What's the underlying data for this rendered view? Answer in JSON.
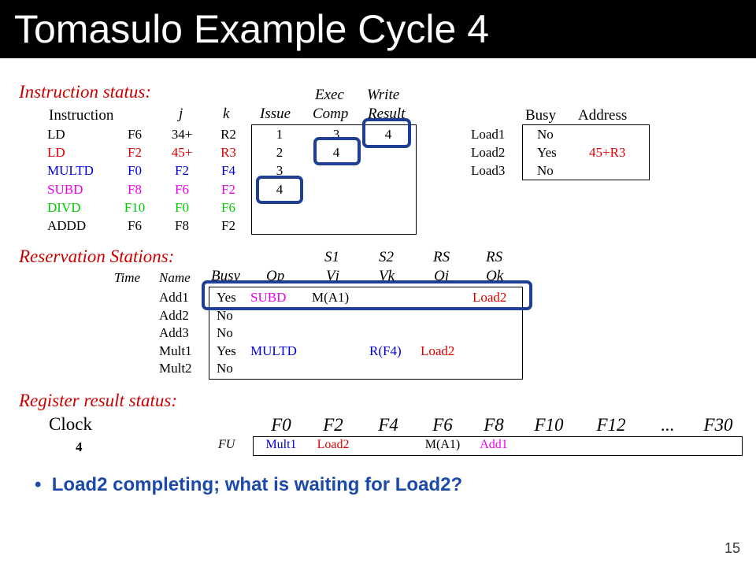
{
  "title": "Tomasulo Example Cycle 4",
  "instruction_status": {
    "section_label": "Instruction status:",
    "headers": {
      "instruction": "Instruction",
      "j": "j",
      "k": "k",
      "issue": "Issue",
      "exec_top": "Exec",
      "exec_bottom": "Comp",
      "write_top": "Write",
      "write_bottom": "Result"
    },
    "rows": [
      {
        "op": "LD",
        "j": "F6",
        "k": "34+",
        "r": "R2",
        "issue": "1",
        "exec": "3",
        "write": "4",
        "color": "#000000"
      },
      {
        "op": "LD",
        "j": "F2",
        "k": "45+",
        "r": "R3",
        "issue": "2",
        "exec": "4",
        "write": "",
        "color": "#dd0000"
      },
      {
        "op": "MULTD",
        "j": "F0",
        "k": "F2",
        "r": "F4",
        "issue": "3",
        "exec": "",
        "write": "",
        "color": "#0000dd"
      },
      {
        "op": "SUBD",
        "j": "F8",
        "k": "F6",
        "r": "F2",
        "issue": "4",
        "exec": "",
        "write": "",
        "color": "#ee00ee"
      },
      {
        "op": "DIVD",
        "j": "F10",
        "k": "F0",
        "r": "F6",
        "issue": "",
        "exec": "",
        "write": "",
        "color": "#00cc00"
      },
      {
        "op": "ADDD",
        "j": "F6",
        "k": "F8",
        "r": "F2",
        "issue": "",
        "exec": "",
        "write": "",
        "color": "#000000"
      }
    ]
  },
  "load_buffers": {
    "headers": {
      "busy": "Busy",
      "address": "Address"
    },
    "rows": [
      {
        "name": "Load1",
        "busy": "No",
        "address": ""
      },
      {
        "name": "Load2",
        "busy": "Yes",
        "address": "45+R3"
      },
      {
        "name": "Load3",
        "busy": "No",
        "address": ""
      }
    ]
  },
  "reservation_stations": {
    "section_label": "Reservation Stations:",
    "top_headers": {
      "s1": "S1",
      "s2": "S2",
      "rs1": "RS",
      "rs2": "RS"
    },
    "headers": {
      "time": "Time",
      "name": "Name",
      "busy": "Busy",
      "op": "Op",
      "vj": "Vj",
      "vk": "Vk",
      "qj": "Qj",
      "qk": "Qk"
    },
    "rows": [
      {
        "name": "Add1",
        "busy": "Yes",
        "op": "SUBD",
        "vj": "M(A1)",
        "vk": "",
        "qj": "",
        "qk": "Load2"
      },
      {
        "name": "Add2",
        "busy": "No",
        "op": "",
        "vj": "",
        "vk": "",
        "qj": "",
        "qk": ""
      },
      {
        "name": "Add3",
        "busy": "No",
        "op": "",
        "vj": "",
        "vk": "",
        "qj": "",
        "qk": ""
      },
      {
        "name": "Mult1",
        "busy": "Yes",
        "op": "MULTD",
        "vj": "",
        "vk": "R(F4)",
        "qj": "Load2",
        "qk": ""
      },
      {
        "name": "Mult2",
        "busy": "No",
        "op": "",
        "vj": "",
        "vk": "",
        "qj": "",
        "qk": ""
      }
    ]
  },
  "register_status": {
    "section_label": "Register result status:",
    "clock_label": "Clock",
    "clock_value": "4",
    "fu_label": "FU",
    "registers": [
      "F0",
      "F2",
      "F4",
      "F6",
      "F8",
      "F10",
      "F12",
      "...",
      "F30"
    ],
    "values": [
      "Mult1",
      "Load2",
      "",
      "M(A1)",
      "Add1",
      "",
      "",
      "",
      ""
    ]
  },
  "bullet": "Load2 completing; what is waiting for Load2?",
  "page_number": "15",
  "colors": {
    "title_bar": "#000000",
    "section_label": "#cc0000",
    "highlight": "#1e3f94",
    "bullet": "#1c4aa8",
    "red": "#dd0000",
    "blue": "#0000dd",
    "magenta": "#ee00ee",
    "green": "#00cc00"
  }
}
